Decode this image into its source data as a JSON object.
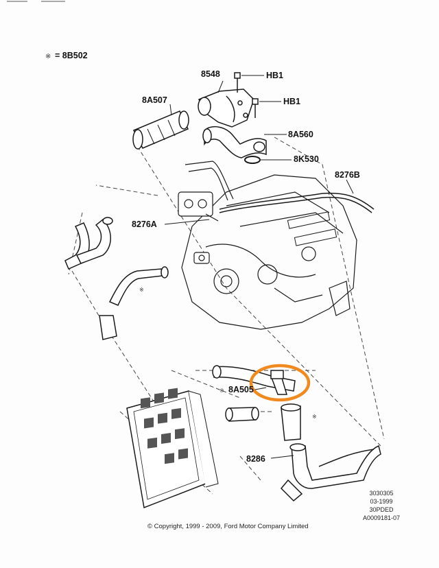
{
  "legend": {
    "prefix": "= 8B502"
  },
  "callouts": [
    {
      "id": "c8548",
      "text": "8548"
    },
    {
      "id": "cHB1a",
      "text": "HB1"
    },
    {
      "id": "cHB1b",
      "text": "HB1"
    },
    {
      "id": "c8A507",
      "text": "8A507"
    },
    {
      "id": "c8A560",
      "text": "8A560"
    },
    {
      "id": "c8K530",
      "text": "8K530"
    },
    {
      "id": "c8276B",
      "text": "8276B"
    },
    {
      "id": "c8276A",
      "text": "8276A"
    },
    {
      "id": "c8A505",
      "text": "8A505"
    },
    {
      "id": "c8286",
      "text": "8286"
    }
  ],
  "reference": [
    "3030305",
    "03-1999",
    "30PDED",
    "A0009181-07"
  ],
  "copyright": "© Copyright, 1999 - 2009, Ford Motor Company Limited",
  "colors": {
    "highlight": "#f08a1f",
    "ink": "#1a1a1a"
  }
}
